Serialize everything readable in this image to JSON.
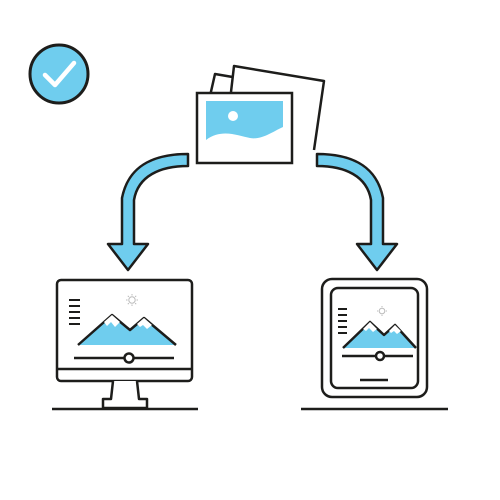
{
  "colors": {
    "accent": "#6fcdee",
    "stroke": "#1d1d1b",
    "background": "#ffffff"
  },
  "icons": {
    "status": "check-circle-icon",
    "source": "photo-stack-icon",
    "left_arrow": "arrow-down-left-icon",
    "right_arrow": "arrow-down-right-icon",
    "desktop": "desktop-monitor-icon",
    "tablet": "tablet-device-icon"
  },
  "nodes": [
    {
      "id": "photos",
      "icon": "photo-stack-icon"
    },
    {
      "id": "desktop",
      "icon": "desktop-monitor-icon"
    },
    {
      "id": "tablet",
      "icon": "tablet-device-icon"
    }
  ],
  "edges": [
    {
      "from": "photos",
      "to": "desktop"
    },
    {
      "from": "photos",
      "to": "tablet"
    }
  ]
}
